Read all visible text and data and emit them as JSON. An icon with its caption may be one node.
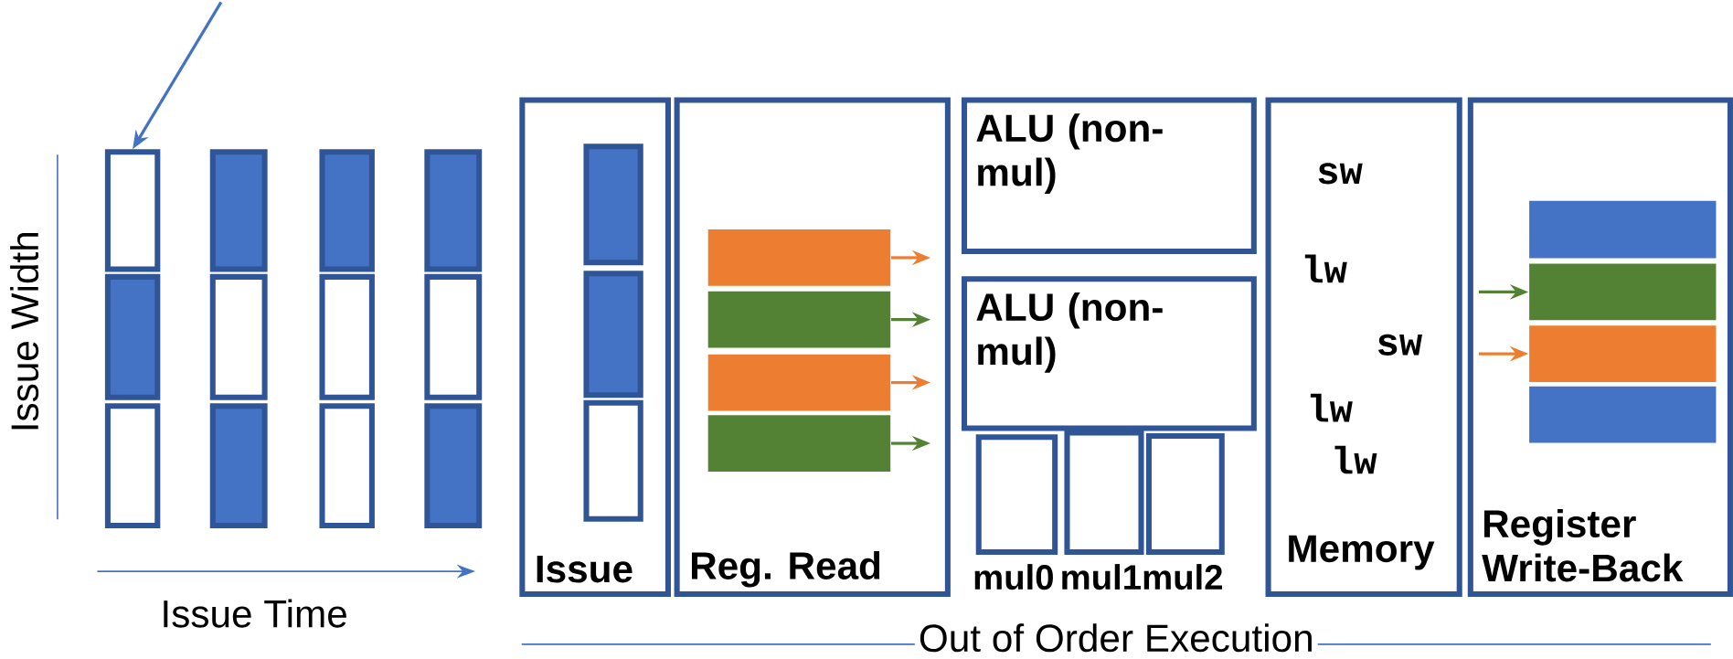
{
  "diagram": {
    "nodes": [
      {
        "text": [],
        "shape": "box"
      },
      {
        "text": [],
        "shape": "box"
      },
      {
        "text": [],
        "shape": "box"
      },
      {
        "text": [],
        "shape": "box"
      },
      {
        "text": [],
        "shape": "box"
      },
      {
        "text": [],
        "shape": "box"
      },
      {
        "text": [],
        "shape": "box"
      },
      {
        "text": [],
        "shape": "box"
      },
      {
        "text": [],
        "shape": "box"
      },
      {
        "text": [],
        "shape": "box"
      },
      {
        "text": [],
        "shape": "box"
      },
      {
        "text": [],
        "shape": "box"
      },
      {
        "text": [
          "Issue"
        ]
      },
      {
        "text": [],
        "shape": "box",
        "in": 12
      },
      {
        "text": [],
        "shape": "box",
        "in": 12
      },
      {
        "text": [],
        "shape": "box",
        "in": 12
      },
      {
        "text": [
          "Reg. Read"
        ]
      },
      {
        "text": [],
        "shape": "bar",
        "in": 16
      },
      {
        "text": [],
        "shape": "bar",
        "in": 16
      },
      {
        "text": [],
        "shape": "bar",
        "in": 16
      },
      {
        "text": [],
        "shape": "bar",
        "in": 16
      },
      {
        "text": [
          "ALU (non-mul)"
        ]
      },
      {
        "text": [
          "ALU (non-mul)"
        ]
      },
      {
        "text": [
          "mul0"
        ]
      },
      {
        "text": [
          "mul1"
        ]
      },
      {
        "text": [
          "mul2"
        ]
      },
      {
        "text": [
          "sw",
          "lw",
          "sw",
          "lw",
          "lw",
          "Memory"
        ]
      },
      {
        "text": [
          "Register Write-Back"
        ]
      },
      {
        "text": [],
        "shape": "bar",
        "in": 27
      },
      {
        "text": [],
        "shape": "bar",
        "in": 27
      },
      {
        "text": [],
        "shape": "bar",
        "in": 27
      },
      {
        "text": [],
        "shape": "bar",
        "in": 27
      }
    ],
    "edges": [
      {
        "from": null,
        "to": 0,
        "arrow": "to",
        "color": "#4472c4"
      },
      {
        "from": 17,
        "to": null,
        "arrow": "to",
        "color": "#ed7d31"
      },
      {
        "from": 18,
        "to": null,
        "arrow": "to",
        "color": "#548235"
      },
      {
        "from": 19,
        "to": null,
        "arrow": "to",
        "color": "#ed7d31"
      },
      {
        "from": 20,
        "to": null,
        "arrow": "to",
        "color": "#548235"
      },
      {
        "from": null,
        "to": 29,
        "arrow": "to",
        "color": "#548235"
      },
      {
        "from": null,
        "to": 30,
        "arrow": "to",
        "color": "#ed7d31"
      }
    ],
    "labels": [
      "Issue Width",
      "Issue Time",
      "Out of Order Execution"
    ]
  }
}
